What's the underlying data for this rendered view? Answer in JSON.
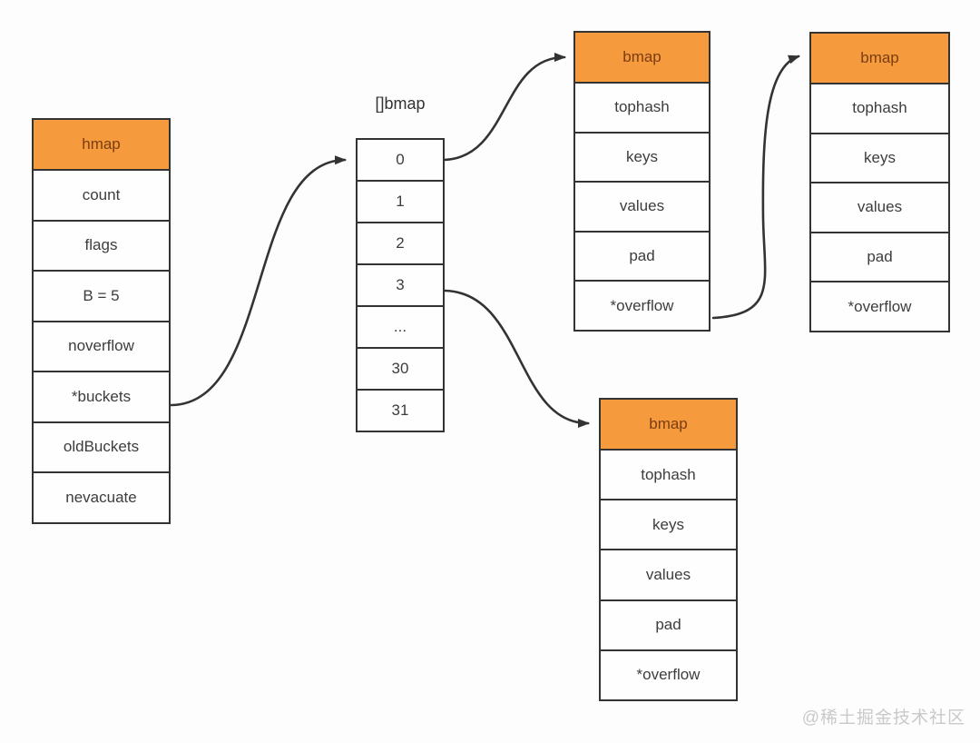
{
  "canvas": {
    "bg": "#fdfdfd",
    "border_color": "#333333",
    "accent_orange": "#f69a3e",
    "header_text_color": "#7a3d10",
    "text_color": "#3d3d3d",
    "arrow_color": "#333333",
    "watermark_color": "#c9c9c9"
  },
  "hmap": {
    "title": "hmap",
    "rows": [
      "count",
      "flags",
      "B = 5",
      "noverflow",
      "*buckets",
      "oldBuckets",
      "nevacuate"
    ]
  },
  "bucket_array": {
    "label": "[]bmap",
    "cells": [
      "0",
      "1",
      "2",
      "3",
      "...",
      "30",
      "31"
    ]
  },
  "bmap": {
    "title": "bmap",
    "rows": [
      "tophash",
      "keys",
      "values",
      "pad",
      "*overflow"
    ]
  },
  "watermark": "@稀土掘金技术社区"
}
